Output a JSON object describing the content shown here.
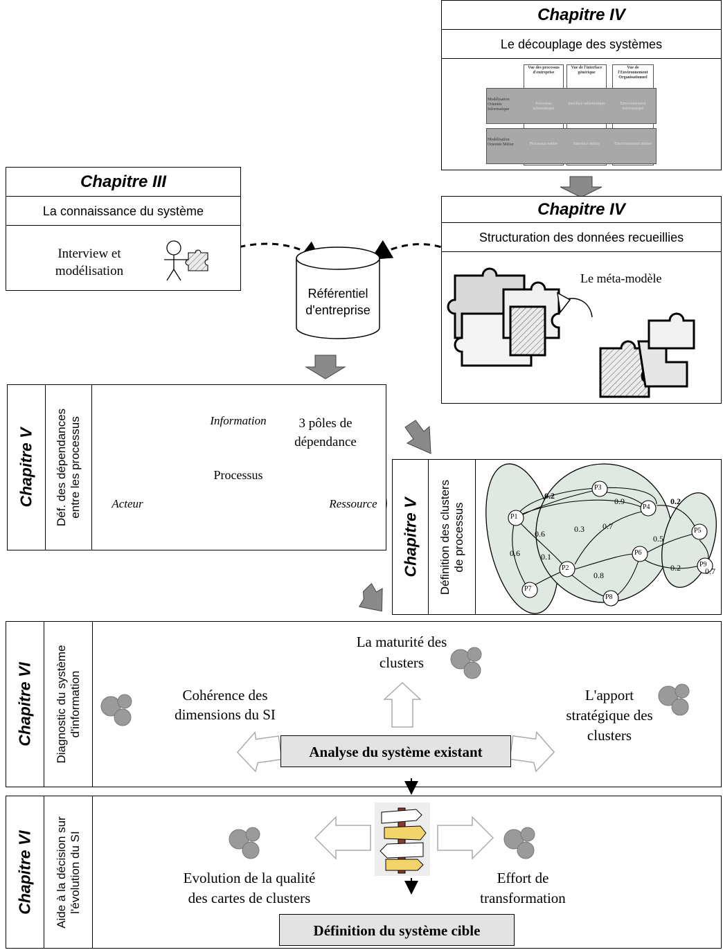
{
  "ch4_top": {
    "title": "Chapitre IV",
    "subtitle": "Le découplage des systèmes",
    "col_headers": [
      "Vue des processus d'entreprise",
      "Vue de l'interface générique",
      "Vue de l'Environnement Organisationnel"
    ],
    "row_labels": [
      "Modélisation Orientée Informatique",
      "Modélisation Orientée Métier"
    ],
    "cells": [
      [
        "Processus informatique",
        "Interface informatique",
        "Environnement informatique"
      ],
      [
        "Processus métier",
        "Interface métier",
        "Environnement métier"
      ]
    ]
  },
  "ch3": {
    "title": "Chapitre III",
    "subtitle": "La connaissance du système",
    "text": [
      "Interview et",
      "modélisation"
    ]
  },
  "ch4_mid": {
    "title": "Chapitre IV",
    "subtitle": "Structuration des données recueillies",
    "label": "Le méta-modèle"
  },
  "repository": {
    "lines": [
      "Référentiel",
      "d'entreprise"
    ]
  },
  "ch5a": {
    "chapter": "Chapitre V",
    "desc": [
      "Déf. des dépendances",
      "entre les processus"
    ],
    "center": "Processus",
    "poles": [
      "Information",
      "Acteur",
      "Ressource"
    ],
    "note": [
      "3 pôles de",
      "dépendance"
    ]
  },
  "ch5b": {
    "chapter": "Chapitre V",
    "desc": [
      "Définition des clusters",
      "de processus"
    ],
    "nodes": [
      "P1",
      "P2",
      "P3",
      "P4",
      "P5",
      "P6",
      "P7",
      "P8",
      "P9"
    ],
    "weights": [
      "0.2",
      "0.9",
      "0.2",
      "0.6",
      "0.3",
      "0.7",
      "0.5",
      "0.6",
      "0.1",
      "0.8",
      "0.2",
      "0.7"
    ]
  },
  "ch6a": {
    "chapter": "Chapitre VI",
    "desc": [
      "Diagnostic du système",
      "d'information"
    ],
    "top": [
      "La maturité des",
      "clusters"
    ],
    "left": [
      "Cohérence des",
      "dimensions du SI"
    ],
    "right": [
      "L'apport",
      "stratégique des",
      "clusters"
    ],
    "center": "Analyse du système existant"
  },
  "ch6b": {
    "chapter": "Chapitre VI",
    "desc": [
      "Aide à la décision sur",
      "l'évolution du SI"
    ],
    "left": [
      "Evolution de la qualité",
      "des cartes de clusters"
    ],
    "right": [
      "Effort de",
      "transformation"
    ],
    "bottom": "Définition du système cible"
  }
}
